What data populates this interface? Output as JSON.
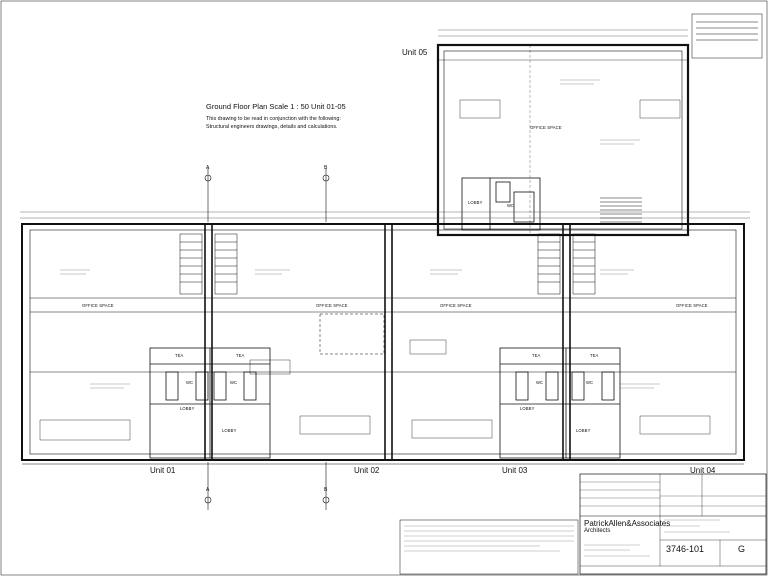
{
  "drawing": {
    "title": "Ground Floor Plan  Scale 1 : 50 Unit 01-05",
    "note_line1": "This drawing to be read in conjunction with the following:",
    "note_line2": "Structural engineers drawings, details and calculations."
  },
  "units": {
    "u01": "Unit 01",
    "u02": "Unit 02",
    "u03": "Unit 03",
    "u04": "Unit 04",
    "u05": "Unit 05"
  },
  "rooms": {
    "office_space": "OFFICE SPACE",
    "tea": "TEA",
    "wc": "WC",
    "lobby": "LOBBY"
  },
  "section_marks": {
    "a": "A",
    "b": "B"
  },
  "title_block": {
    "firm": "PatrickAllen&Associates",
    "firm_sub": "Architects",
    "drawing_number": "3746-101",
    "revision": "G"
  }
}
